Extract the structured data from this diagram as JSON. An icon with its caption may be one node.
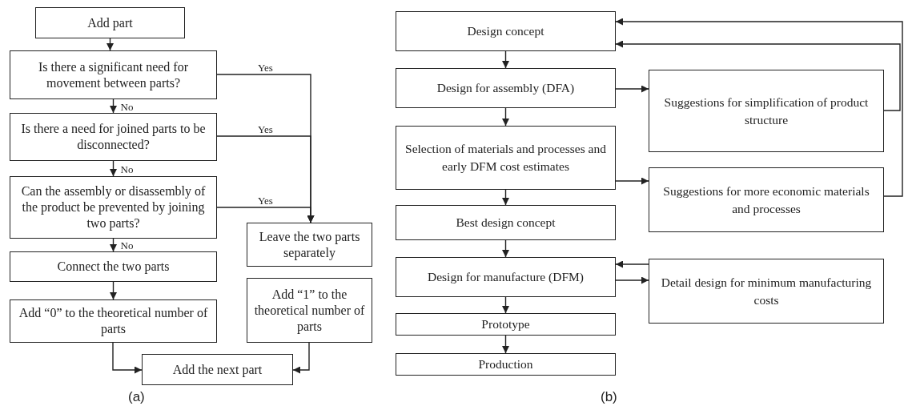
{
  "diagram": {
    "nodes": [
      {
        "text": [
          "Add part"
        ]
      },
      {
        "text": [
          "Is there a significant need for movement between parts?"
        ]
      },
      {
        "text": [
          "Is there a need for joined parts to be disconnected?"
        ]
      },
      {
        "text": [
          "Can the assembly or disassembly of the product be prevented by joining two parts?"
        ]
      },
      {
        "text": [
          "Connect the two parts"
        ]
      },
      {
        "text": [
          "Add “0” to the theoretical number of parts"
        ]
      },
      {
        "text": [
          "Leave the two parts separately"
        ]
      },
      {
        "text": [
          "Add “1” to the theoretical number of parts"
        ]
      },
      {
        "text": [
          "Add the next part"
        ]
      },
      {
        "text": [
          "Design concept"
        ]
      },
      {
        "text": [
          "Design for assembly (DFA)"
        ]
      },
      {
        "text": [
          "Selection of materials and processes and early DFM cost estimates"
        ]
      },
      {
        "text": [
          "Best design concept"
        ]
      },
      {
        "text": [
          "Design for manufacture (DFM)"
        ]
      },
      {
        "text": [
          "Prototype"
        ]
      },
      {
        "text": [
          "Production"
        ]
      },
      {
        "text": [
          "Suggestions for simplification of product structure"
        ]
      },
      {
        "text": [
          "Suggestions for more economic materials and processes"
        ]
      },
      {
        "text": [
          "Detail design for minimum manufacturing costs"
        ]
      }
    ],
    "edges": [
      {
        "from": 0,
        "to": 1,
        "arrow": "to"
      },
      {
        "from": 1,
        "to": 2,
        "arrow": "to",
        "label": "No"
      },
      {
        "from": 2,
        "to": 3,
        "arrow": "to",
        "label": "No"
      },
      {
        "from": 3,
        "to": 4,
        "arrow": "to",
        "label": "No"
      },
      {
        "from": 4,
        "to": 5,
        "arrow": "to"
      },
      {
        "from": 1,
        "to": 6,
        "arrow": "to",
        "label": "Yes"
      },
      {
        "from": 2,
        "to": 6,
        "arrow": "to",
        "label": "Yes"
      },
      {
        "from": 3,
        "to": 6,
        "arrow": "to",
        "label": "Yes"
      },
      {
        "from": 5,
        "to": 8,
        "arrow": "to"
      },
      {
        "from": 7,
        "to": 8,
        "arrow": "to"
      },
      {
        "from": 9,
        "to": 10,
        "arrow": "to"
      },
      {
        "from": 10,
        "to": 11,
        "arrow": "to"
      },
      {
        "from": 11,
        "to": 12,
        "arrow": "to"
      },
      {
        "from": 12,
        "to": 13,
        "arrow": "to"
      },
      {
        "from": 13,
        "to": 14,
        "arrow": "to"
      },
      {
        "from": 14,
        "to": 15,
        "arrow": "to"
      },
      {
        "from": 10,
        "to": 16,
        "arrow": "to"
      },
      {
        "from": 11,
        "to": 17,
        "arrow": "to"
      },
      {
        "from": 16,
        "to": 9,
        "arrow": "to"
      },
      {
        "from": 17,
        "to": 9,
        "arrow": "to"
      },
      {
        "from": 18,
        "to": 13,
        "arrow": "to"
      },
      {
        "from": 13,
        "to": 18,
        "arrow": "to"
      }
    ],
    "labels": [
      "(a)",
      "(b)"
    ]
  }
}
